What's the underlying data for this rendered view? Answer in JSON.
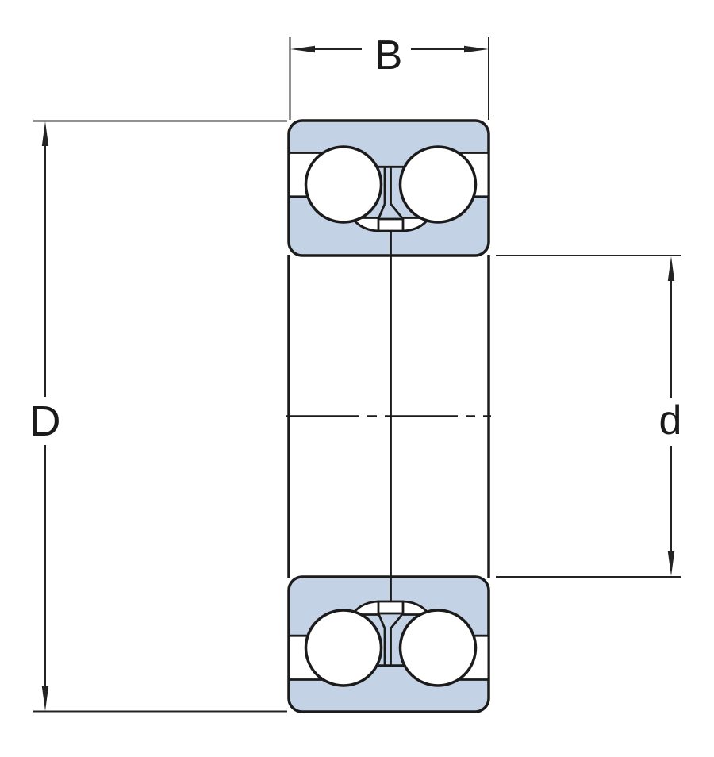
{
  "diagram": {
    "labels": {
      "width": "B",
      "outer_diameter": "D",
      "bore_diameter": "d"
    },
    "colors": {
      "ring_fill": "#c4d2e6",
      "outline": "#1b1b1b",
      "dimension_lines": "#232323",
      "background": "#ffffff"
    }
  }
}
